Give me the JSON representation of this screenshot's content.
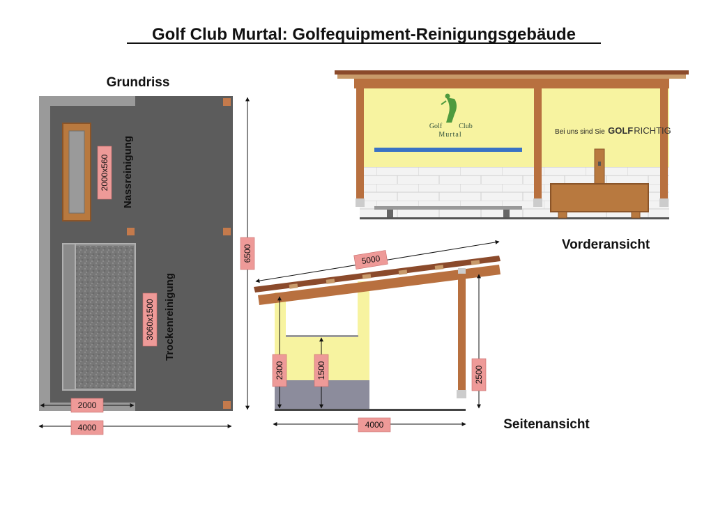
{
  "title": "Golf Club Murtal: Golfequipment-Reinigungsgebäude",
  "sections": {
    "floorplan": "Grundriss",
    "front": "Vorderansicht",
    "side": "Seitenansicht"
  },
  "zones": {
    "wet": "Nassreinigung",
    "dry": "Trockenreinigung"
  },
  "dimensions": {
    "wet_area": "2000x560",
    "dry_area": "3060x1500",
    "plan_width_half": "2000",
    "plan_width": "4000",
    "plan_length": "6500",
    "roof_length": "5000",
    "side_height_front": "2300",
    "side_height_inner": "1500",
    "side_height_post": "2500",
    "side_width": "4000"
  },
  "signage": {
    "logo_line1_a": "Golf",
    "logo_line1_b": "Club",
    "logo_line2": "Murtal",
    "slogan_prefix": "Bei uns sind Sie",
    "slogan_golf": "GOLF",
    "slogan_rest": "RICHTIG"
  },
  "colors": {
    "floor_dark": "#5a5a5a",
    "wall_grey": "#9a9a9a",
    "wood": "#b8703f",
    "roof": "#8b4a2b",
    "wall_yellow": "#f7f3a0",
    "dim_box": "#ee9a98",
    "brick": "#eeeeee",
    "logo_green": "#4e9a3e"
  }
}
